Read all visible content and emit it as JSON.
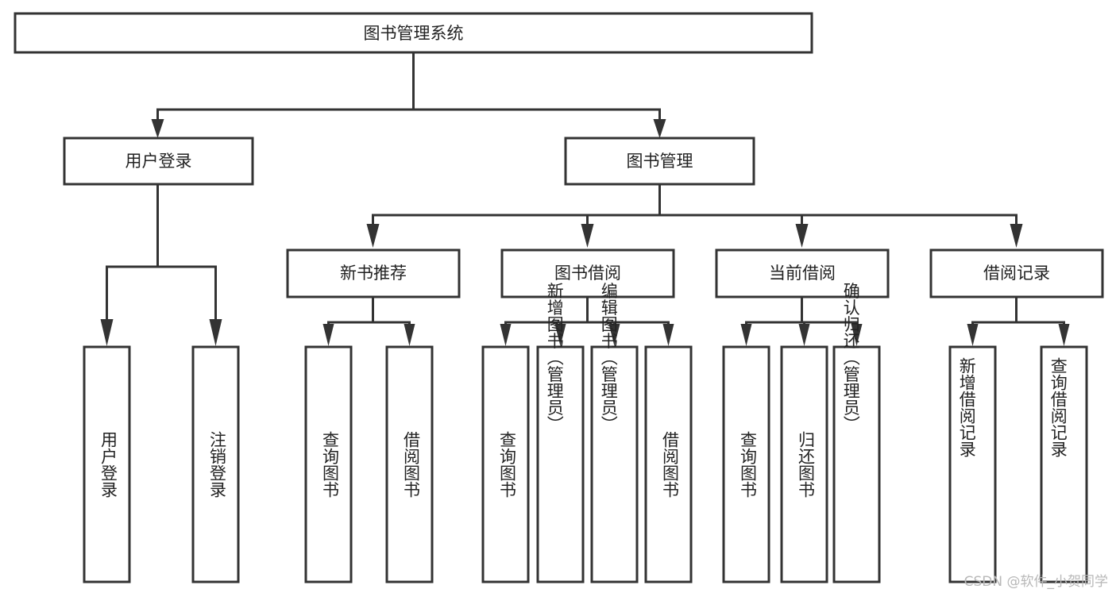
{
  "diagram": {
    "title": "图书管理系统",
    "type": "tree-hierarchy-chart",
    "root": {
      "id": "root",
      "label": "图书管理系统",
      "orientation": "horizontal"
    },
    "level2": [
      {
        "id": "user-login",
        "label": "用户登录",
        "orientation": "horizontal"
      },
      {
        "id": "book-manage",
        "label": "图书管理",
        "orientation": "horizontal"
      }
    ],
    "level3": [
      {
        "id": "new-book-recommend",
        "label": "新书推荐",
        "orientation": "horizontal",
        "parent": "book-manage"
      },
      {
        "id": "book-borrow",
        "label": "图书借阅",
        "orientation": "horizontal",
        "parent": "book-manage"
      },
      {
        "id": "current-borrow",
        "label": "当前借阅",
        "orientation": "horizontal",
        "parent": "book-manage"
      },
      {
        "id": "borrow-record",
        "label": "借阅记录",
        "orientation": "horizontal",
        "parent": "book-manage"
      }
    ],
    "leaves": {
      "user_login": [
        {
          "id": "leaf-user-login",
          "label": "用户登录",
          "orientation": "vertical"
        },
        {
          "id": "leaf-logout",
          "label": "注销登录",
          "orientation": "vertical"
        }
      ],
      "new_book_recommend": [
        {
          "id": "leaf-query-book-1",
          "label": "查询图书",
          "orientation": "vertical"
        },
        {
          "id": "leaf-borrow-book-1",
          "label": "借阅图书",
          "orientation": "vertical"
        }
      ],
      "book_borrow": [
        {
          "id": "leaf-query-book-2",
          "label": "查询图书",
          "orientation": "vertical"
        },
        {
          "id": "leaf-add-book",
          "label": "新增图书（管理员）",
          "orientation": "vertical"
        },
        {
          "id": "leaf-edit-book",
          "label": "编辑图书（管理员）",
          "orientation": "vertical"
        },
        {
          "id": "leaf-borrow-book-2",
          "label": "借阅图书",
          "orientation": "vertical"
        }
      ],
      "current_borrow": [
        {
          "id": "leaf-query-book-3",
          "label": "查询图书",
          "orientation": "vertical"
        },
        {
          "id": "leaf-return-book",
          "label": "归还图书",
          "orientation": "vertical"
        },
        {
          "id": "leaf-confirm-return",
          "label": "确认归还（管理员）",
          "orientation": "vertical"
        }
      ],
      "borrow_record": [
        {
          "id": "leaf-add-record",
          "label": "新增借阅记录",
          "orientation": "vertical"
        },
        {
          "id": "leaf-query-record",
          "label": "查询借阅记录",
          "orientation": "vertical"
        }
      ]
    },
    "colors": {
      "stroke": "#333333",
      "fill": "#ffffff",
      "text": "#222222",
      "watermark": "#b8b8b8",
      "background": "#ffffff"
    }
  },
  "watermark": {
    "text": "CSDN @软件_小贺同学"
  }
}
